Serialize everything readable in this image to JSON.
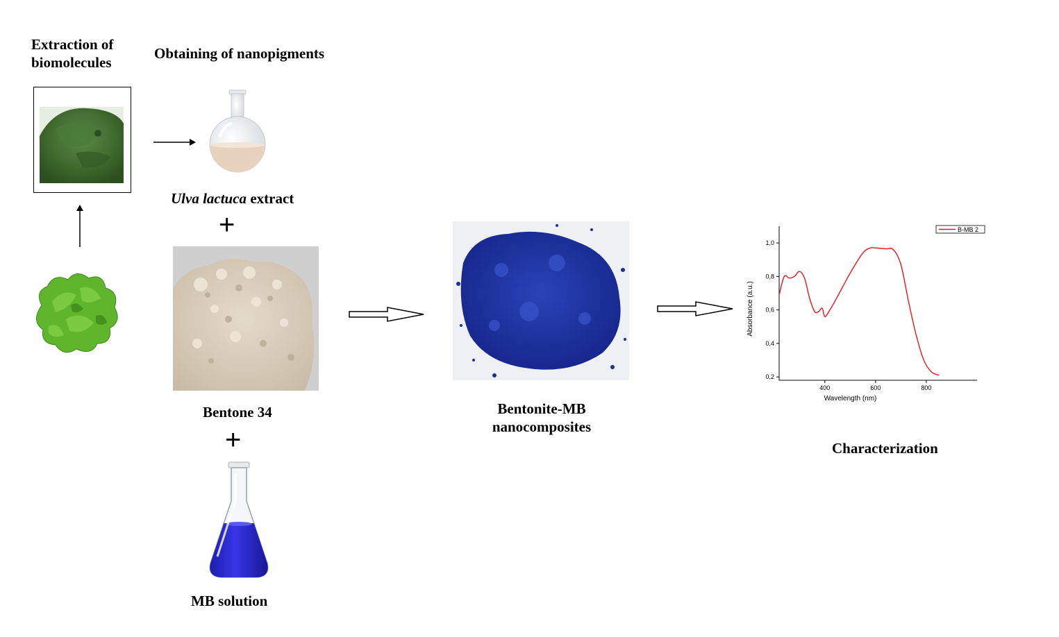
{
  "labels": {
    "extraction_line1": "Extraction of",
    "extraction_line2": "biomolecules",
    "obtaining": "Obtaining of nanopigments",
    "extract_italic": "Ulva lactuca",
    "extract_rest": " extract",
    "bentone": "Bentone 34",
    "mb_solution": "MB solution",
    "nanocomposite_line1": "Bentonite-MB",
    "nanocomposite_line2": "nanocomposites",
    "characterization": "Characterization",
    "plus1": "+",
    "plus2": "+"
  },
  "colors": {
    "algae_powder": "#3f6b2e",
    "seaweed": "#5fb52c",
    "flask_liquid": "#e8d2bd",
    "bentone_powder": "#d9cdb9",
    "mb_liquid": "#2a2ad0",
    "nanocomposite": "#1a2f9c",
    "spectrum_line": "#e8141b"
  },
  "chart_data": {
    "type": "line",
    "xlabel": "Wavelength (nm)",
    "ylabel": "Absorbance (a.u.)",
    "xlim": [
      220,
      1000
    ],
    "ylim": [
      0.18,
      1.1
    ],
    "xticks": [
      400,
      600,
      800
    ],
    "xtick_labels": [
      "400",
      "600",
      "800"
    ],
    "yticks": [
      0.2,
      0.4,
      0.6,
      0.8,
      1.0
    ],
    "ytick_labels": [
      "0,2",
      "0,4",
      "0,6",
      "0,8",
      "1,0"
    ],
    "legend_position": "top-right",
    "series": [
      {
        "name": "B-MB 2",
        "x": [
          220,
          240,
          260,
          280,
          300,
          320,
          340,
          360,
          375,
          390,
          400,
          420,
          450,
          500,
          550,
          580,
          600,
          640,
          670,
          700,
          730,
          760,
          790,
          820,
          850
        ],
        "y": [
          0.69,
          0.8,
          0.79,
          0.8,
          0.83,
          0.79,
          0.67,
          0.59,
          0.59,
          0.61,
          0.56,
          0.6,
          0.68,
          0.82,
          0.94,
          0.97,
          0.97,
          0.965,
          0.96,
          0.87,
          0.65,
          0.45,
          0.3,
          0.23,
          0.21
        ]
      }
    ]
  }
}
